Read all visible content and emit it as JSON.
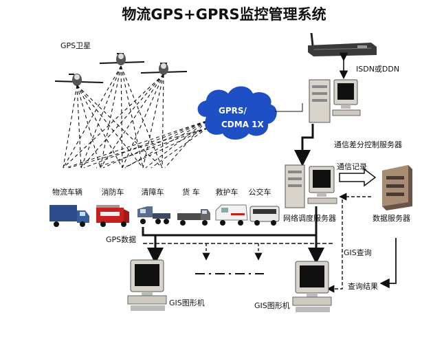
{
  "title": "物流GPS+GPRS监控管理系统",
  "satellite_label": "GPS卫星",
  "cloud": {
    "line1": "GPRS/",
    "line2": "CDMA 1X"
  },
  "isdn_label": "ISDN或DDN",
  "comm_server_label": "通信差分控制服务器",
  "comm_record_label": "通信记录",
  "network_server_label": "网络调度服务器",
  "data_server_label": "数据服务器",
  "gps_data_label": "GPS数据",
  "gis_query_label": "GIS查询",
  "query_result_label": "查询结果",
  "gis_left_label": "GIS图形机",
  "gis_right_label": "GIS图形机",
  "vehicles": [
    {
      "label": "物流车辆"
    },
    {
      "label": "消防车"
    },
    {
      "label": "清障车"
    },
    {
      "label": "货 车"
    },
    {
      "label": "救护车"
    },
    {
      "label": "公交车"
    }
  ],
  "colors": {
    "cloud": "#1f4fc4",
    "truck_blue": "#2d4b8a",
    "fire_red": "#c8201e",
    "server_dark": "#5a4a40"
  }
}
